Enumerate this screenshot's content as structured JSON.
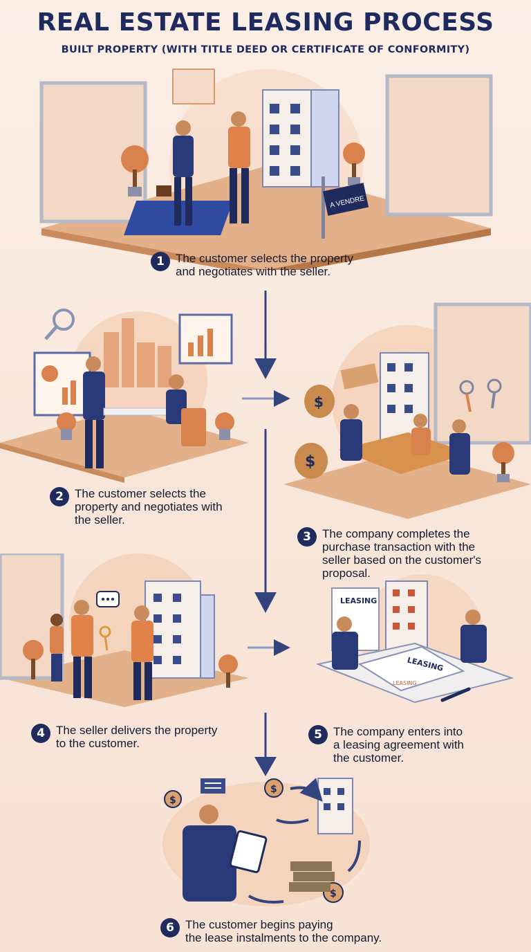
{
  "header": {
    "title": "REAL ESTATE LEASING PROCESS",
    "subtitle": "BUILT PROPERTY (WITH TITLE DEED OR CERTIFICATE OF CONFORMITY)"
  },
  "steps": [
    {
      "number": "1",
      "lines": [
        "The customer selects the property",
        "and negotiates with the seller."
      ]
    },
    {
      "number": "2",
      "lines": [
        "The customer selects the",
        "property and negotiates with",
        "the seller."
      ]
    },
    {
      "number": "3",
      "lines": [
        "The company completes the",
        "purchase transaction with the",
        "seller based on the customer's",
        "proposal."
      ]
    },
    {
      "number": "4",
      "lines": [
        "The seller delivers the property",
        "to the customer."
      ]
    },
    {
      "number": "5",
      "lines": [
        "The company enters into",
        "a leasing agreement with",
        "the customer."
      ]
    },
    {
      "number": "6",
      "lines": [
        "The customer begins paying",
        "the lease instalments to the company."
      ]
    }
  ],
  "scene_labels": {
    "sign": "A VENDRE",
    "leasing_doc": "LEASING",
    "leasing_doc_2": "LEASING",
    "leasing_stamp": "LEASING",
    "dollar": "$"
  },
  "colors": {
    "navy": "#1e2b5c",
    "peach": "#f0b08a",
    "orange": "#d9824e",
    "floor": "#e2b089",
    "background": "#f8e6da"
  }
}
